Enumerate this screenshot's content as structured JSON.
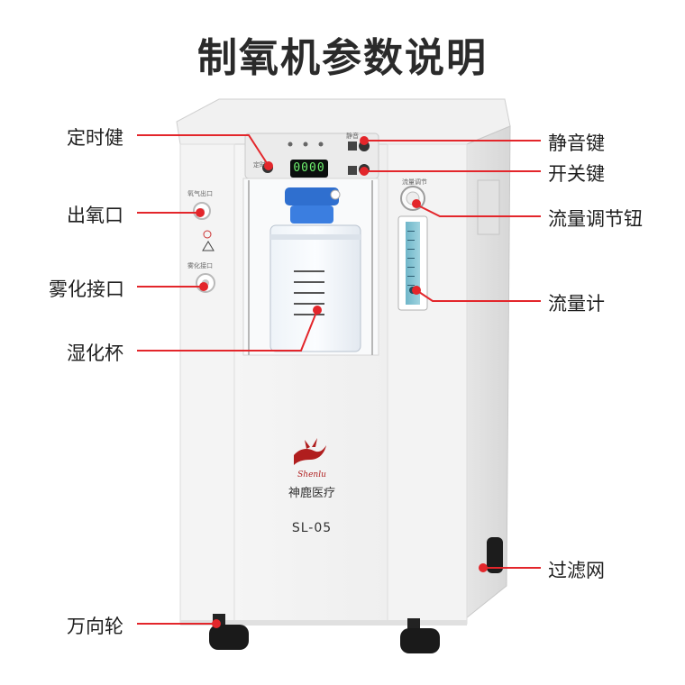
{
  "title": "制氧机参数说明",
  "labels": {
    "timer_key": "定时健",
    "oxygen_outlet": "出氧口",
    "nebulizer_port": "雾化接口",
    "humidifier_cup": "湿化杯",
    "caster": "万向轮",
    "mute_key": "静音键",
    "power_key": "开关键",
    "flow_knob": "流量调节钮",
    "flowmeter": "流量计",
    "filter": "过滤网"
  },
  "device": {
    "display_value": "0000",
    "brand_en": "Shenlu",
    "brand_cn": "神鹿医疗",
    "model": "SL-05",
    "outlet_caption": "氧气出口",
    "nebulizer_caption": "雾化接口",
    "flow_caption": "流量调节",
    "timer_caption": "定时",
    "mute_caption": "静音"
  },
  "colors": {
    "callout_red": "#e3262b",
    "body_white": "#f2f2f2",
    "caster_black": "#1a1a1a",
    "cup_blue": "#2f6fcf"
  }
}
